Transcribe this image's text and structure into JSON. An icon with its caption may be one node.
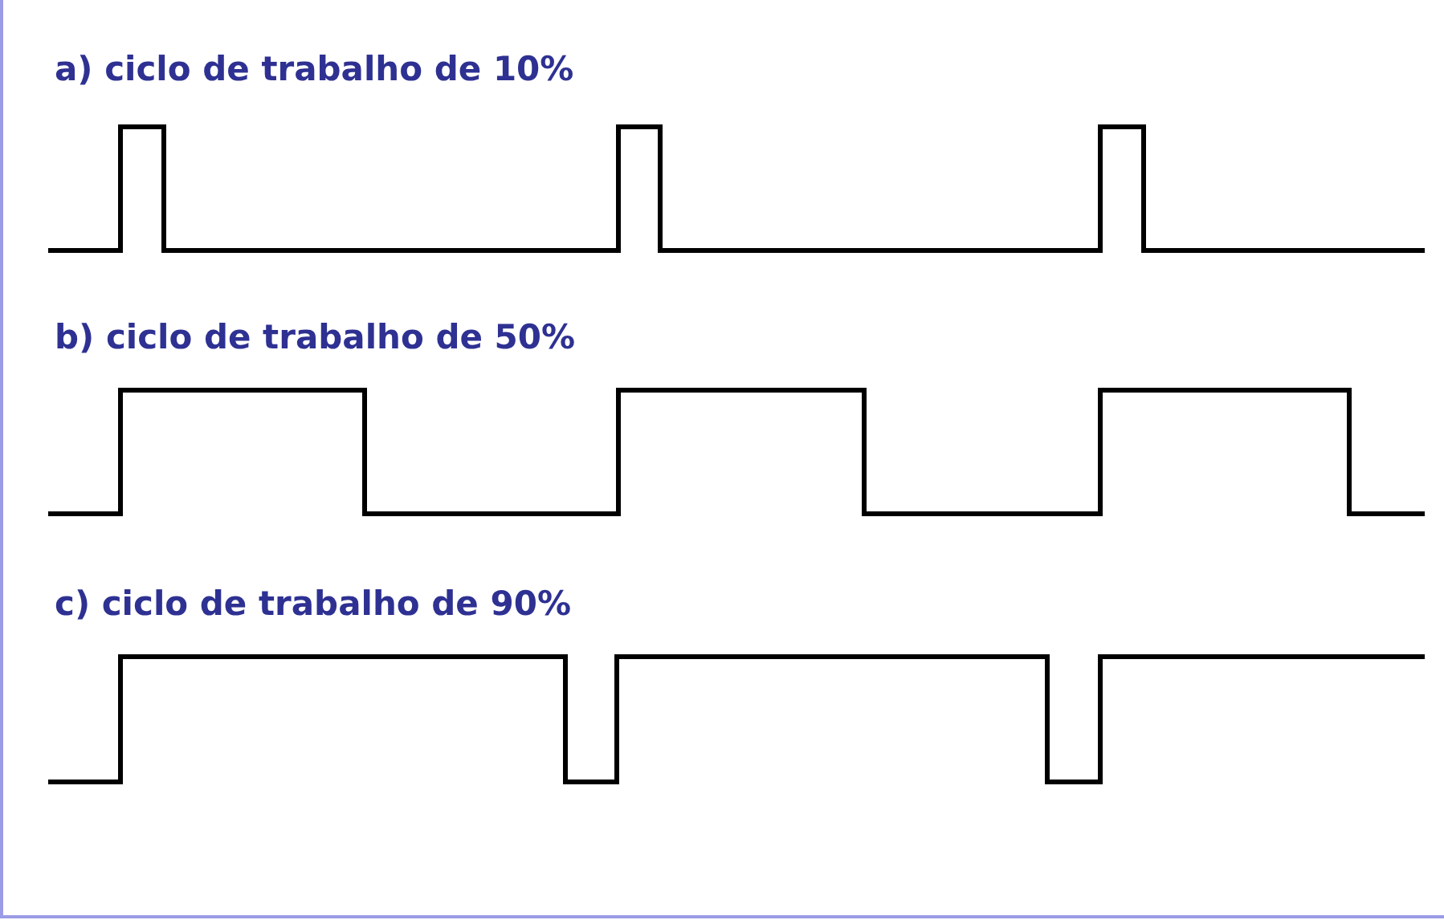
{
  "diagram": {
    "labels": [
      "a) ciclo de trabalho de 10%",
      "b) ciclo de trabalho de 50%",
      "c) ciclo de trabalho de 90%"
    ]
  }
}
